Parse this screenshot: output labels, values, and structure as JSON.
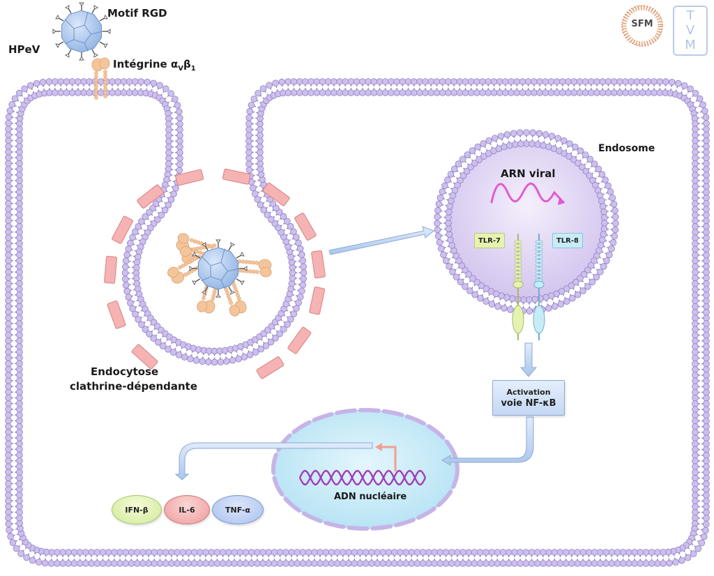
{
  "figure": {
    "title": "HPeV entry and TLR-7/TLR-8 signaling pathway",
    "labels": {
      "virus": "HPeV",
      "motif": "Motif RGD",
      "integrin": "Intégrine α",
      "integrin_sub_v": "V",
      "integrin_beta": "β",
      "integrin_sub_1": "1",
      "endosome": "Endosome",
      "viral_rna": "ARN viral",
      "endocytosis_line1": "Endocytose",
      "endocytosis_line2": "clathrine-dépendante",
      "nuclear_dna": "ADN nucléaire"
    },
    "receptors": {
      "tlr7": "TLR-7",
      "tlr8": "TLR-8"
    },
    "activation_box": {
      "line1": "Activation",
      "line2": "voie NF-κB"
    },
    "cytokines": [
      {
        "name": "IFN-β",
        "color": "#d2e99a"
      },
      {
        "name": "IL-6",
        "color": "#ee9a9a"
      },
      {
        "name": "TNF-α",
        "color": "#a8c0ee"
      }
    ],
    "logos": {
      "sfm": "SFM",
      "tvm": [
        "T",
        "V",
        "M"
      ]
    },
    "colors": {
      "membrane_head": "#cdbfee",
      "membrane_stroke": "#8f7fc0",
      "membrane_tail": "#9a88c8",
      "virus": "#a8c8ee",
      "integrin": "#f4c59a",
      "clathrin": "#f6b3b3",
      "arrow": "#c8dcf6",
      "rna": "#e05ad0",
      "dna": "#a03cb8",
      "nucleus": "#c8ecf6",
      "transcription_arrow": "#f0a090"
    }
  }
}
